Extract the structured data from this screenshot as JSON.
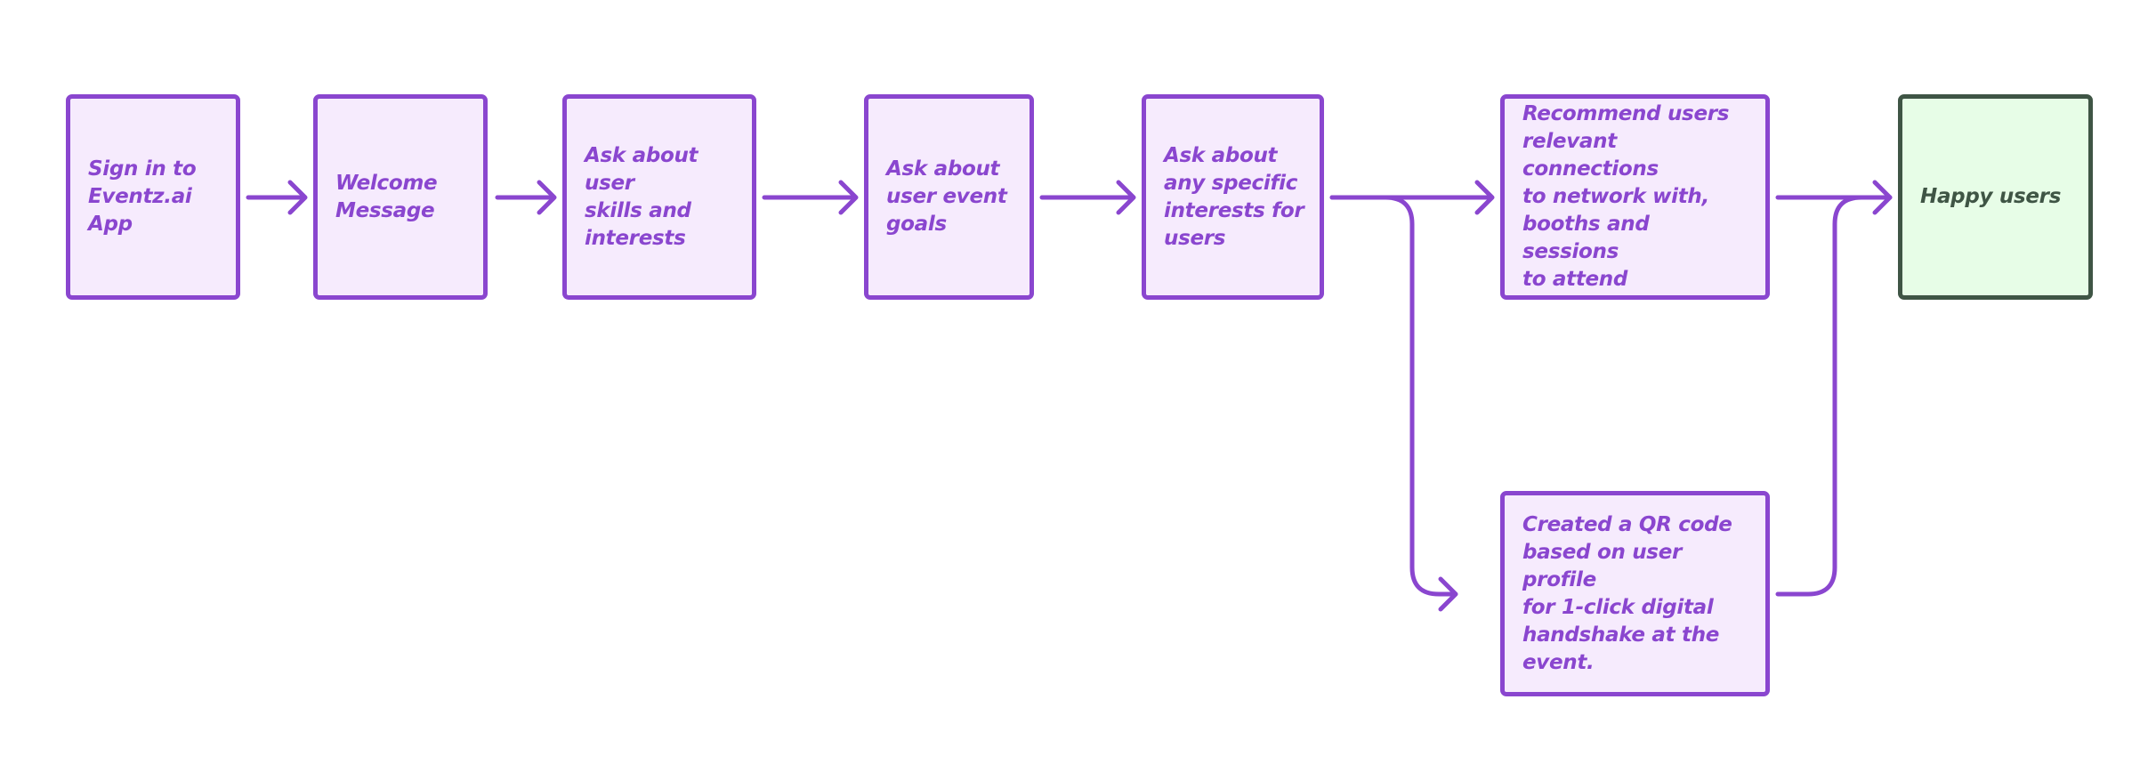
{
  "nodes": {
    "signin": "Sign in to\nEventz.ai\nApp",
    "welcome": "Welcome\nMessage",
    "skills": "Ask about user\nskills and\ninterests",
    "goals": "Ask about\nuser event\ngoals",
    "specific": "Ask about\nany specific\ninterests for\nusers",
    "recommend": "Recommend users\nrelevant connections\nto network with,\nbooths and sessions\nto attend",
    "qr": "Created a QR code\nbased on user profile\nfor 1-click digital\nhandshake at the\nevent.",
    "happy": "Happy users"
  },
  "colors": {
    "accent": "#8a46cf",
    "node_fill": "#f6ebfd",
    "end_border": "#3f5545",
    "end_fill": "#e7fde7"
  }
}
